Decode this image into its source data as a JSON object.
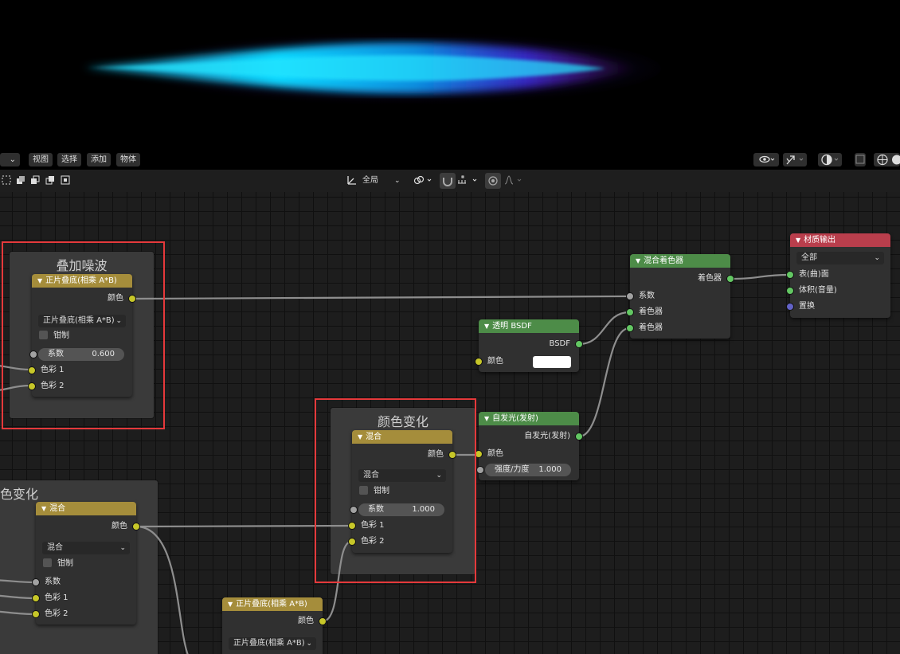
{
  "header_menu": {
    "view": "视图",
    "select": "选择",
    "add": "添加",
    "object": "物体"
  },
  "toolbar": {
    "transform_orientation": "全局"
  },
  "frames": {
    "overlay_noise": "叠加噪波",
    "color_change_1": "颜色变化",
    "color_change_2": "颜色变化"
  },
  "nodes": {
    "multiply_top": {
      "title": "正片叠底(相乘 A*B)",
      "out_color": "颜色",
      "mode": "正片叠底(相乘 A*B)",
      "clamp": "钳制",
      "factor_label": "系数",
      "factor_value": "0.600",
      "color1": "色彩 1",
      "color2": "色彩 2"
    },
    "mix_center": {
      "title": "混合",
      "out_color": "颜色",
      "mode": "混合",
      "clamp": "钳制",
      "factor_label": "系数",
      "factor_value": "1.000",
      "color1": "色彩 1",
      "color2": "色彩 2"
    },
    "mix_left": {
      "title": "混合",
      "out_color": "颜色",
      "mode": "混合",
      "clamp": "钳制",
      "factor_label": "系数",
      "color1": "色彩 1",
      "color2": "色彩 2"
    },
    "multiply_bottom": {
      "title": "正片叠底(相乘 A*B)",
      "out_color": "颜色",
      "mode": "正片叠底(相乘 A*B)"
    },
    "transparent_bsdf": {
      "title": "透明 BSDF",
      "out": "BSDF",
      "color_label": "颜色",
      "color_value": "#ffffff"
    },
    "emission": {
      "title": "自发光(发射)",
      "out": "自发光(发射)",
      "color_label": "颜色",
      "strength_label": "强度/力度",
      "strength_value": "1.000"
    },
    "mix_shader": {
      "title": "混合着色器",
      "out": "着色器",
      "fac": "系数",
      "shader1": "着色器",
      "shader2": "着色器"
    },
    "material_output": {
      "title": "材质输出",
      "target": "全部",
      "surface": "表(曲)面",
      "volume": "体积(音量)",
      "displacement": "置换"
    }
  },
  "colors": {
    "mix_header": "#a58d3b",
    "shader_header": "#4d8c48",
    "output_header": "#b93e4c",
    "highlight": "#e5393b"
  }
}
